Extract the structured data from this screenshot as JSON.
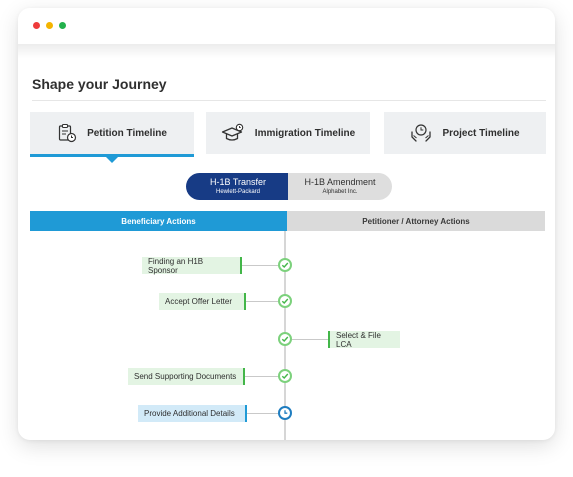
{
  "window": {
    "traffic_lights": {
      "close": "#ee3b3b",
      "minimize": "#f4b400",
      "maximize": "#22b14c"
    }
  },
  "page": {
    "title": "Shape your Journey"
  },
  "tabs": [
    {
      "label": "Petition Timeline",
      "icon": "clipboard-clock-icon",
      "active": true
    },
    {
      "label": "Immigration Timeline",
      "icon": "graduation-cap-icon",
      "active": false
    },
    {
      "label": "Project Timeline",
      "icon": "hands-clock-icon",
      "active": false
    }
  ],
  "cases": [
    {
      "title": "H-1B Transfer",
      "subtitle": "Hewlett-Packard",
      "active": true
    },
    {
      "title": "H-1B Amendment",
      "subtitle": "Alphabet Inc.",
      "active": false
    }
  ],
  "columns": {
    "left": "Beneficiary Actions",
    "right": "Petitioner / Attorney Actions"
  },
  "steps": [
    {
      "label": "Finding an H1B Sponsor",
      "side": "left",
      "status": "done"
    },
    {
      "label": "Accept  Offer Letter",
      "side": "left",
      "status": "done"
    },
    {
      "label": "Select & File LCA",
      "side": "right",
      "status": "done"
    },
    {
      "label": "Send Supporting Documents",
      "side": "left",
      "status": "done"
    },
    {
      "label": "Provide Additional Details",
      "side": "left",
      "status": "pending"
    }
  ],
  "colors": {
    "accent": "#1f9ad6",
    "active_case": "#173b85",
    "done": "#43b649",
    "done_fill": "#e3f4e3",
    "pending_fill": "#d2eaf8"
  }
}
